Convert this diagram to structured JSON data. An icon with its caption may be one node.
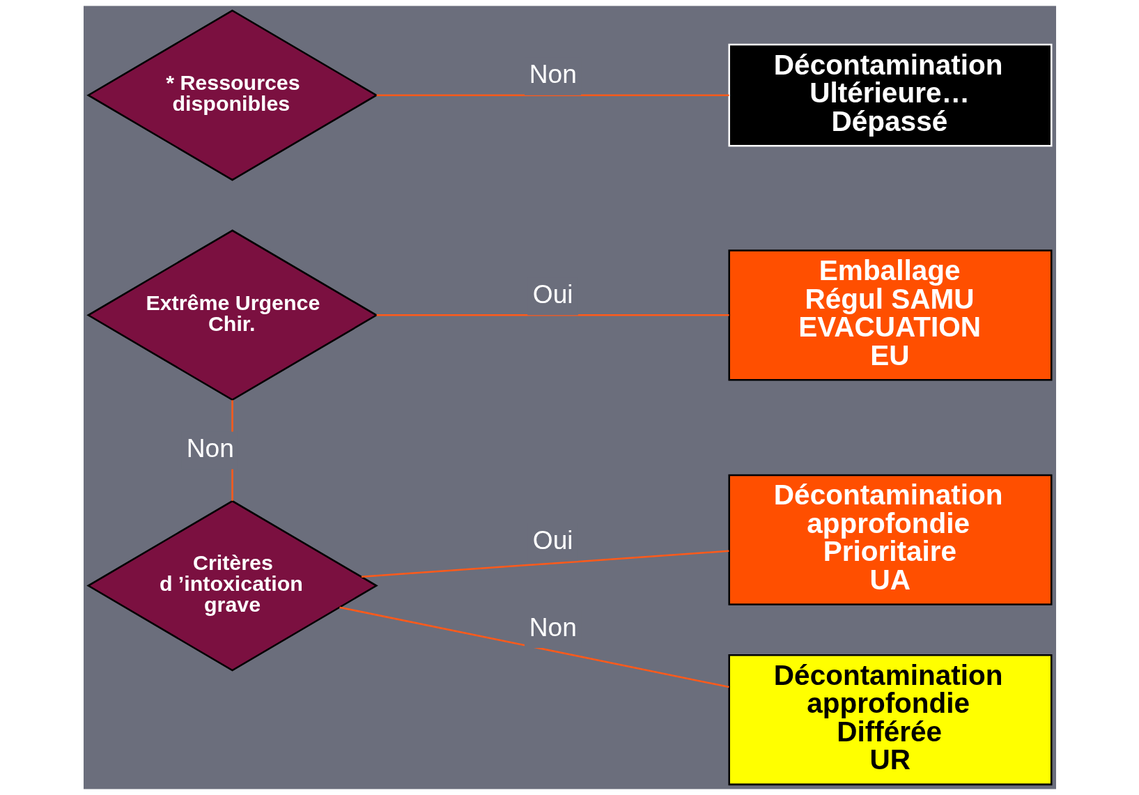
{
  "diagram": {
    "nodes": [
      {
        "text": [
          "Extrême Urgence Chir."
        ]
      },
      {
        "text": [
          "Emballage Régul SAMU EVACUATION EU"
        ]
      },
      {
        "text": [
          "Critères d ’intoxication grave"
        ]
      },
      {
        "text": [
          "Décontamination approfondie Prioritaire UA"
        ]
      },
      {
        "text": [
          "Décontamination approfondie Différée UR"
        ]
      },
      {
        "text": [
          "* Ressources disponibles"
        ]
      },
      {
        "text": [
          "Décontamination Ultérieure… Dépassé"
        ]
      }
    ],
    "edges": [
      {
        "from": 0,
        "to": 1,
        "arrow": "none",
        "label": "Oui"
      },
      {
        "from": 0,
        "to": 2,
        "arrow": "none",
        "label": "Non"
      },
      {
        "from": 2,
        "to": 3,
        "arrow": "none",
        "label": "Oui"
      },
      {
        "from": 2,
        "to": 4,
        "arrow": "none",
        "label": "Non"
      },
      {
        "from": 5,
        "to": 6,
        "arrow": "none",
        "label": "Non"
      }
    ]
  }
}
